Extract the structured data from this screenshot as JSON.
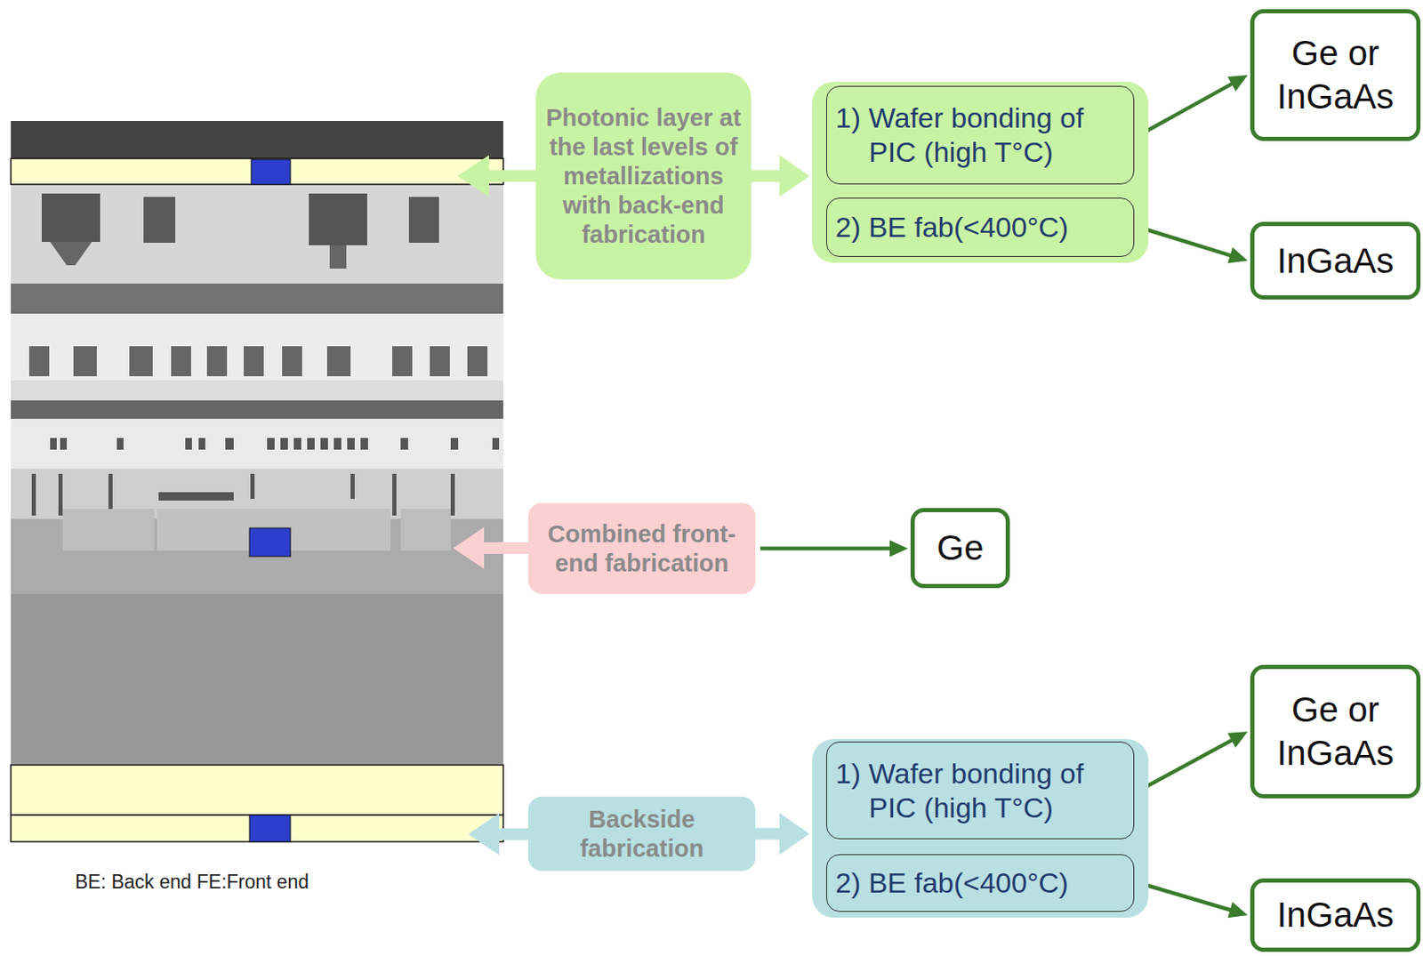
{
  "diagram": {
    "nodes": [
      {
        "text": [
          "Photonic layer at the last levels of metallizations with back-end fabrication"
        ]
      },
      {
        "text": []
      },
      {
        "text": [
          "1) Wafer bonding of PIC (high T°C)"
        ],
        "in": 1
      },
      {
        "text": [
          "2) BE fab(<400°C)"
        ],
        "in": 1
      },
      {
        "text": [
          "Ge or InGaAs"
        ]
      },
      {
        "text": [
          "InGaAs"
        ]
      },
      {
        "text": [
          "Combined front-end fabrication"
        ]
      },
      {
        "text": [
          "Ge"
        ]
      },
      {
        "text": [
          "Backside fabrication"
        ]
      },
      {
        "text": []
      },
      {
        "text": [
          "1) Wafer bonding of PIC (high T°C)"
        ],
        "in": 9
      },
      {
        "text": [
          "2) BE fab(<400°C)"
        ],
        "in": 9
      },
      {
        "text": [
          "Ge or InGaAs"
        ]
      },
      {
        "text": [
          "InGaAs"
        ]
      }
    ],
    "edges": [
      {
        "from": 0,
        "to": 1,
        "arrow": "to"
      },
      {
        "from": 2,
        "to": 4,
        "arrow": "to"
      },
      {
        "from": 3,
        "to": 5,
        "arrow": "to"
      },
      {
        "from": 6,
        "to": 7,
        "arrow": "to"
      },
      {
        "from": 8,
        "to": 9,
        "arrow": "to"
      },
      {
        "from": 10,
        "to": 12,
        "arrow": "to"
      },
      {
        "from": 11,
        "to": 13,
        "arrow": "to"
      }
    ],
    "labels": [
      "BE: Back end FE:Front end"
    ]
  }
}
